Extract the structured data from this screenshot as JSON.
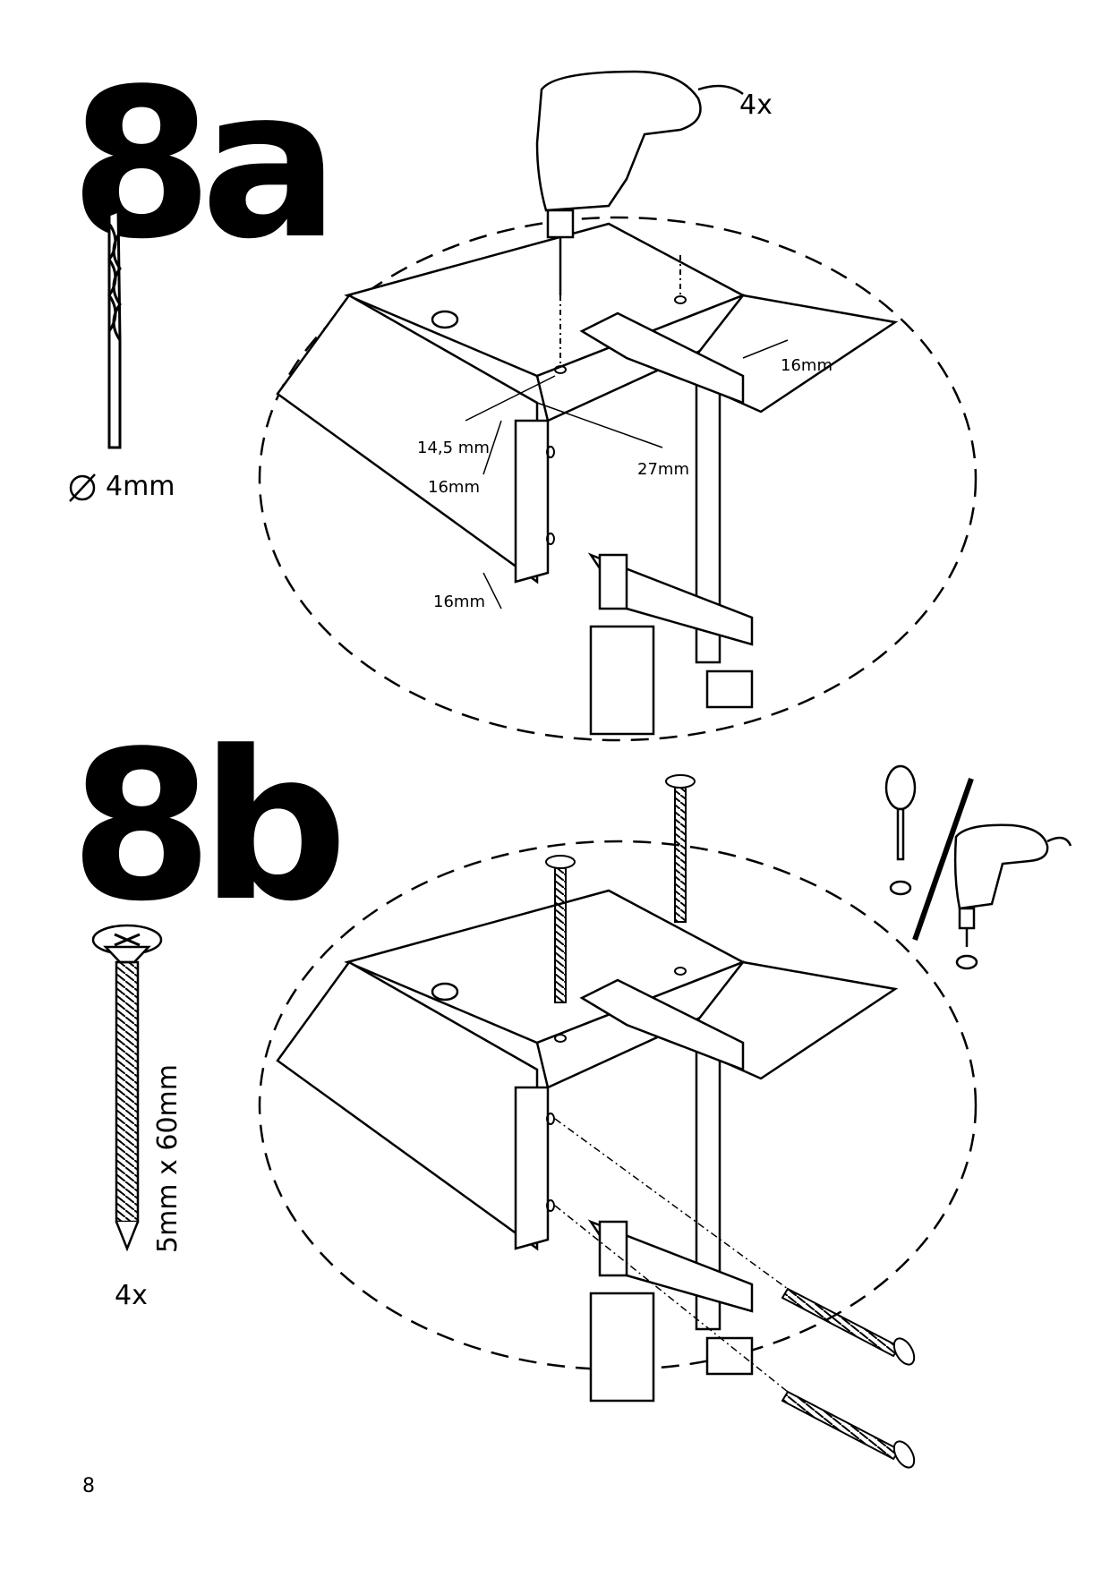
{
  "step_a": {
    "number": "8a",
    "drill_bit_size": "4mm",
    "quantity": "4x",
    "dimensions": {
      "edge_offset_top": "14,5 mm",
      "hole_depth_side": "27mm",
      "offset_right": "16mm",
      "offset_side_upper": "16mm",
      "offset_side_lower": "16mm"
    }
  },
  "step_b": {
    "number": "8b",
    "screw_size": "5mm x 60mm",
    "quantity": "4x"
  },
  "page": {
    "number": "8"
  },
  "icons": {
    "drill": "power-drill-icon",
    "drill_bit": "drill-bit-icon",
    "screw": "wood-screw-icon",
    "screwdriver": "phillips-screwdriver-icon",
    "diameter": "diameter-symbol-icon"
  }
}
